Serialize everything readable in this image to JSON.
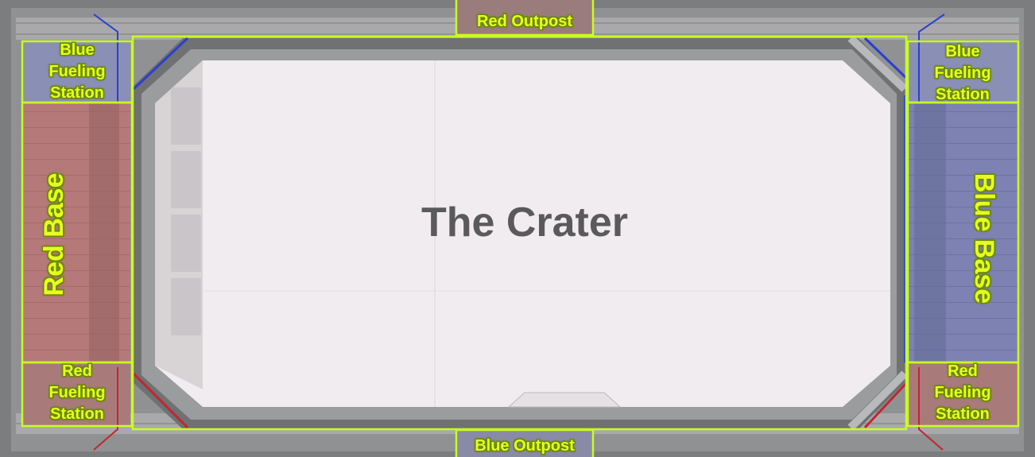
{
  "map": {
    "center_label": "The Crater",
    "zones": {
      "red_outpost": "Red Outpost",
      "blue_outpost": "Blue Outpost",
      "red_base": "Red Base",
      "blue_base": "Blue Base",
      "blue_fueling_left": [
        "Blue",
        "Fueling",
        "Station"
      ],
      "blue_fueling_right": [
        "Blue",
        "Fueling",
        "Station"
      ],
      "red_fueling_left": [
        "Red",
        "Fueling",
        "Station"
      ],
      "red_fueling_right": [
        "Red",
        "Fueling",
        "Station"
      ]
    },
    "colors": {
      "outline": "#c8ff1e",
      "label": "#e6ff1f",
      "red_zone": "#b0726f",
      "blue_zone": "#7b7fae",
      "crater_floor": "#f1ecef",
      "ground": "#7d7f80",
      "red_line": "#c2262d",
      "blue_line": "#2b3fd0"
    }
  }
}
